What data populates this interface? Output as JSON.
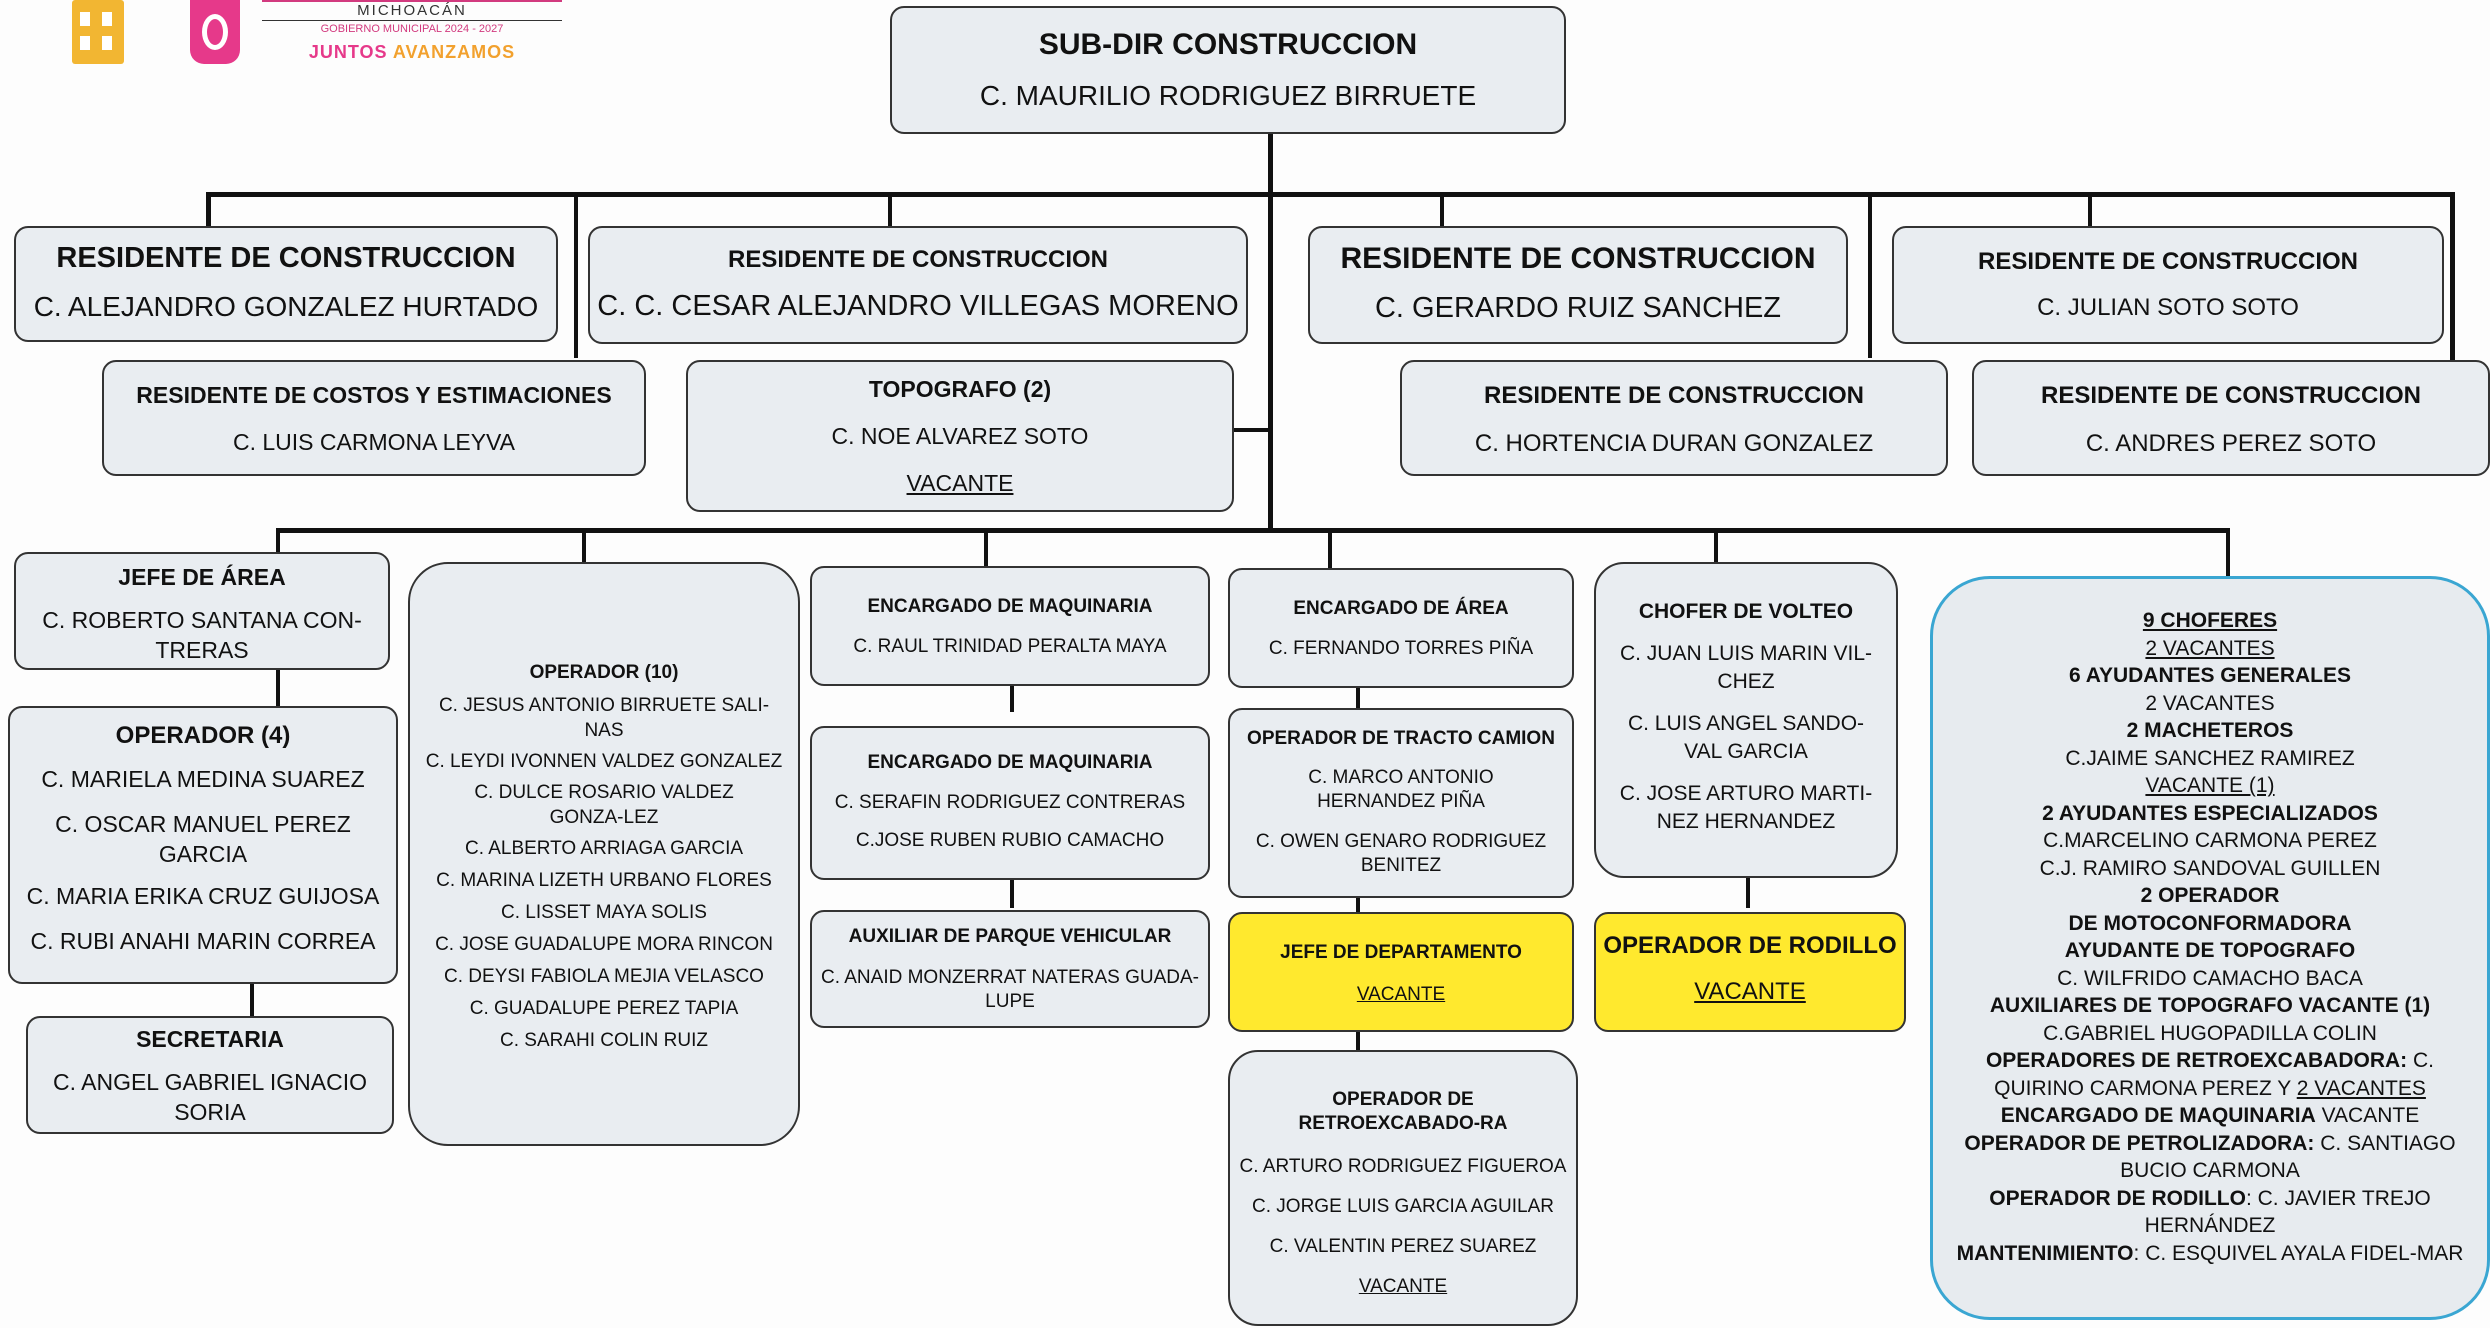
{
  "header": {
    "state": "MICHOACÁN",
    "government": "GOBIERNO MUNICIPAL 2024 - 2027",
    "slogan_part1": "JUNTOS ",
    "slogan_part2": "AVANZAMOS"
  },
  "top": {
    "title": "SUB-DIR CONSTRUCCION",
    "name": "C. MAURILIO RODRIGUEZ BIRRUETE"
  },
  "residents": [
    {
      "title": "RESIDENTE DE CONSTRUCCION",
      "name": "C. ALEJANDRO GONZALEZ HURTADO"
    },
    {
      "title": "RESIDENTE DE CONSTRUCCION",
      "name": "C. C. CESAR ALEJANDRO VILLEGAS MORENO"
    },
    {
      "title": "RESIDENTE DE CONSTRUCCION",
      "name": "C. GERARDO RUIZ SANCHEZ"
    },
    {
      "title": "RESIDENTE DE CONSTRUCCION",
      "name": "C. JULIAN SOTO SOTO"
    }
  ],
  "costos": {
    "title": "RESIDENTE DE COSTOS Y ESTIMACIONES",
    "name": "C. LUIS CARMONA LEYVA"
  },
  "topografo": {
    "title": "TOPOGRAFO (2)",
    "name": "C. NOE ALVAREZ SOTO",
    "vacant": "VACANTE"
  },
  "res_hortencia": {
    "title": "RESIDENTE DE CONSTRUCCION",
    "name": "C. HORTENCIA DURAN GONZALEZ"
  },
  "res_andres": {
    "title": "RESIDENTE DE CONSTRUCCION",
    "name": "C. ANDRES PEREZ SOTO"
  },
  "jefe_area": {
    "title": "JEFE DE ÁREA",
    "name": "C. ROBERTO SANTANA CON-TRERAS"
  },
  "operador4": {
    "title": "OPERADOR (4)",
    "names": [
      "C. MARIELA MEDINA SUAREZ",
      "C. OSCAR MANUEL PEREZ GARCIA",
      "C. MARIA ERIKA CRUZ GUIJOSA",
      "C. RUBI ANAHI MARIN CORREA"
    ]
  },
  "secretaria": {
    "title": "SECRETARIA",
    "name": "C. ANGEL GABRIEL IGNACIO SORIA"
  },
  "operador10": {
    "title": "OPERADOR (10)",
    "names": [
      "C. JESUS ANTONIO BIRRUETE SALI-NAS",
      "C. LEYDI IVONNEN VALDEZ GONZALEZ",
      "C. DULCE ROSARIO VALDEZ GONZA-LEZ",
      "C. ALBERTO ARRIAGA GARCIA",
      "C. MARINA LIZETH URBANO FLORES",
      "C. LISSET MAYA SOLIS",
      "C. JOSE GUADALUPE MORA RINCON",
      "C. DEYSI FABIOLA MEJIA VELASCO",
      "C. GUADALUPE PEREZ TAPIA",
      "C. SARAHI COLIN RUIZ"
    ]
  },
  "maq1": {
    "title": "ENCARGADO DE MAQUINARIA",
    "name": "C. RAUL TRINIDAD PERALTA MAYA"
  },
  "maq2": {
    "title": "ENCARGADO DE MAQUINARIA",
    "names": [
      "C. SERAFIN RODRIGUEZ CONTRERAS",
      "C.JOSE RUBEN RUBIO CAMACHO"
    ]
  },
  "auxiliar": {
    "title": "AUXILIAR DE PARQUE VEHICULAR",
    "name": "C. ANAID MONZERRAT NATERAS GUADA-LUPE"
  },
  "enc_area": {
    "title": "ENCARGADO DE ÁREA",
    "name": "C. FERNANDO TORRES PIÑA"
  },
  "tracto": {
    "title": "OPERADOR DE TRACTO CAMION",
    "names": [
      "C. MARCO ANTONIO HERNANDEZ PIÑA",
      "C. OWEN GENARO RODRIGUEZ BENITEZ"
    ]
  },
  "jefe_depto": {
    "title": "JEFE DE DEPARTAMENTO",
    "vacant": "VACANTE"
  },
  "retro": {
    "title": "OPERADOR DE RETROEXCABADO-RA",
    "names": [
      "C. ARTURO RODRIGUEZ FIGUEROA",
      "C. JORGE LUIS GARCIA AGUILAR",
      "C. VALENTIN PEREZ SUAREZ"
    ],
    "vacant": "VACANTE"
  },
  "chofer": {
    "title": "CHOFER DE VOLTEO",
    "names": [
      "C. JUAN LUIS MARIN VIL-CHEZ",
      "C. LUIS ANGEL SANDO-VAL GARCIA",
      "C. JOSE ARTURO MARTI-NEZ HERNANDEZ"
    ]
  },
  "rodillo": {
    "title": "OPERADOR DE RODILLO",
    "vacant": "VACANTE"
  },
  "notes": {
    "l1": "9 CHOFERES",
    "l2": "2 VACANTES",
    "l3": "6 AYUDANTES GENERALES",
    "l4": "2 VACANTES",
    "l5": "2 MACHETEROS",
    "l6": "C.JAIME SANCHEZ RAMIREZ",
    "l7": "VACANTE (1)",
    "l8": "2 AYUDANTES ESPECIALIZADOS",
    "l9": "C.MARCELINO CARMONA PEREZ",
    "l10": "C.J. RAMIRO SANDOVAL GUILLEN",
    "l11": "2 OPERADOR",
    "l12": "DE MOTOCONFORMADORA",
    "l13": "AYUDANTE DE TOPOGRAFO",
    "l14": "C. WILFRIDO CAMACHO BACA",
    "l15": "AUXILIARES  DE TOPOGRAFO  VACANTE (1)",
    "l16": "C.GABRIEL HUGOPADILLA COLIN",
    "l17a": "OPERADORES DE RETROEXCABADORA:",
    "l17b": " C. QUIRINO CARMONA PEREZ  Y  ",
    "l17c": "2 VACANTES",
    "l18a": "ENCARGADO DE  MAQUINARIA",
    "l18b": " VACANTE",
    "l19a": "OPERADOR DE PETROLIZADORA:",
    "l19b": " C. SANTIAGO BUCIO CARMONA",
    "l20a": "OPERADOR DE RODILLO",
    "l20b": ": C. JAVIER TREJO HERNÁNDEZ",
    "l21a": "MANTENIMIENTO",
    "l21b": ": C. ESQUIVEL AYALA FIDEL-MAR"
  },
  "colors": {
    "box": "#e9edf1",
    "yellow": "#ffe92e",
    "notes_border": "#3aa6d2",
    "logo_gold": "#f2b632",
    "logo_pink": "#e6398a"
  }
}
